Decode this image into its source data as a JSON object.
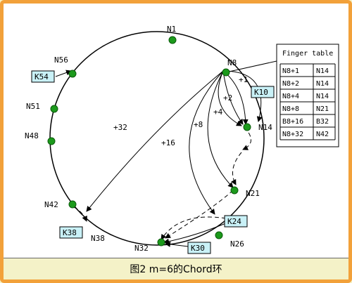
{
  "diagram": {
    "nodes": [
      "N1",
      "N8",
      "N14",
      "N21",
      "N26",
      "N32",
      "N38",
      "N42",
      "N48",
      "N51",
      "N56"
    ],
    "keys": [
      "K54",
      "K10",
      "K38",
      "K24",
      "K30"
    ],
    "finger_labels": [
      "+1",
      "+2",
      "+4",
      "+8",
      "+16",
      "+32"
    ],
    "finger_table": {
      "title": "Finger table",
      "rows": [
        [
          "N8+1",
          "N14"
        ],
        [
          "N8+2",
          "N14"
        ],
        [
          "N8+4",
          "N14"
        ],
        [
          "N8+8",
          "N21"
        ],
        [
          "B8+16",
          "B32"
        ],
        [
          "N8+32",
          "N42"
        ]
      ]
    },
    "colors": {
      "node": "#1c9a1c",
      "key_box": "#c9f1f7",
      "border": "#f2a13a"
    }
  },
  "caption": "图2  m=6的Chord环"
}
